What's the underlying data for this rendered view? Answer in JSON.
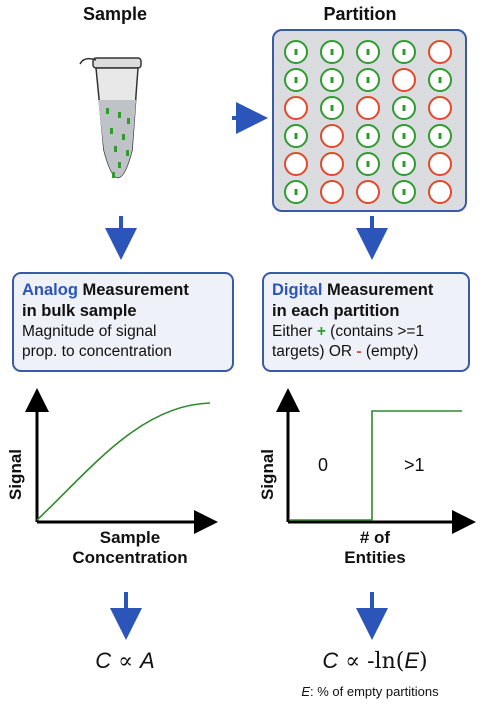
{
  "left": {
    "title": "Sample",
    "box": {
      "bold1": "Analog",
      "bold2": " Measurement",
      "line2": "in bulk sample",
      "line3": "Magnitude of signal",
      "line4": "prop. to concentration"
    },
    "graph": {
      "ylabel": "Signal",
      "xlabel_line1": "Sample",
      "xlabel_line2": "Concentration"
    },
    "formula": {
      "c": "C",
      "sym": " ∝ ",
      "a": "A"
    }
  },
  "right": {
    "title": "Partition",
    "box": {
      "bold1": "Digital",
      "bold2": " Measurement",
      "line2": "in each partition",
      "l3a": "Either ",
      "plus": "+",
      "l3b": " (contains >=1",
      "l4a": "targets) OR ",
      "minus": "-",
      "l4b": " (empty)"
    },
    "graph": {
      "ylabel": "Signal",
      "region0": "0",
      "region1": ">1",
      "xlabel_line1": "# of",
      "xlabel_line2": "Entities"
    },
    "formula": {
      "c": "C",
      "rest": " ∝ -ln(",
      "e": "E",
      "close": ")"
    },
    "note": {
      "e": "E",
      "text": ": % of empty partitions"
    }
  },
  "grid": {
    "rows": [
      [
        "g",
        "g",
        "g",
        "g",
        "r"
      ],
      [
        "g",
        "g",
        "g",
        "r",
        "g"
      ],
      [
        "r",
        "g",
        "r",
        "g",
        "r"
      ],
      [
        "g",
        "r",
        "g",
        "g",
        "g"
      ],
      [
        "r",
        "r",
        "g",
        "g",
        "r"
      ],
      [
        "g",
        "r",
        "r",
        "g",
        "r"
      ]
    ]
  },
  "colors": {
    "accent": "#2b55b8",
    "green": "#2f9b2f",
    "red": "#e0492a",
    "box_fill": "#eef1f8"
  }
}
